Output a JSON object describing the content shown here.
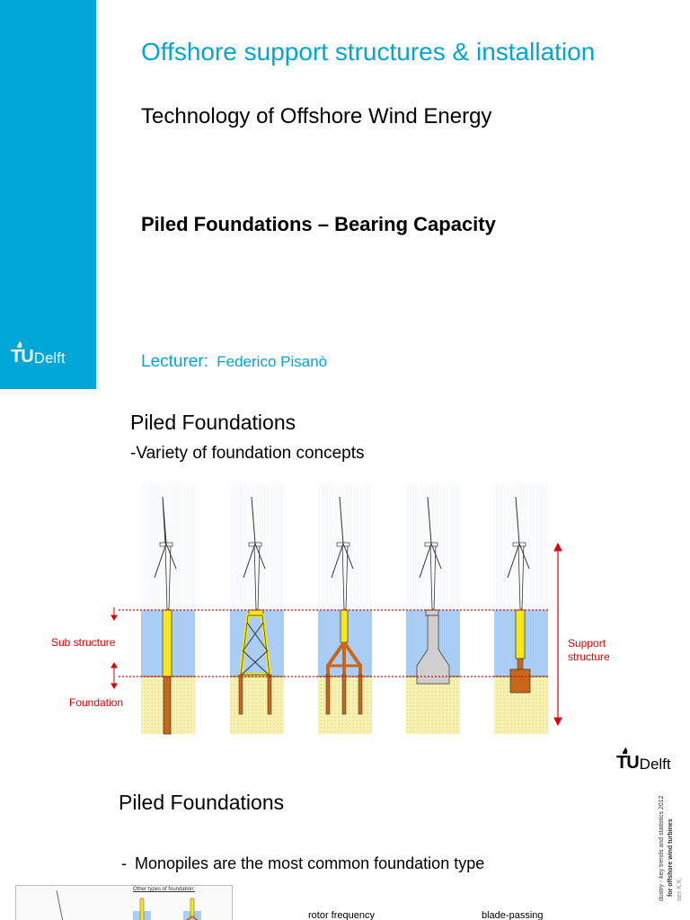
{
  "slide1": {
    "title": "Offshore support structures & installation",
    "subtitle": "Technology of Offshore Wind Energy",
    "topic": "Piled Foundations – Bearing Capacity",
    "lecturer_label": "Lecturer:",
    "lecturer_name": "Federico Pisanò",
    "logo_tu": "TU",
    "logo_delft": "Delft"
  },
  "slide2": {
    "title": "Piled Foundations",
    "subtitle": "-Variety of foundation concepts",
    "labels": {
      "sub_structure": "Sub structure",
      "foundation": "Foundation",
      "support_structure_line1": "Support",
      "support_structure_line2": "structure"
    },
    "logo_tu": "TU",
    "logo_delft": "Delft"
  },
  "slide3": {
    "title": "Piled Foundations",
    "bullet_dash": "-",
    "bullet": "Monopiles are the most common foundation type",
    "side_note_line1": "dustry - key trends and statistics 2012",
    "side_note_line2": "for offshore wind turbines",
    "side_note_line3": "sen K.K.",
    "inset_caption": "Other types of foundation:",
    "rotor_label": "rotor frequency",
    "blade_label": "blade-passing"
  },
  "colors": {
    "tu_blue": "#00a6d6",
    "red_label": "#e00000",
    "water": "#a9cdf3",
    "seabed": "#f7f1b2",
    "pile": "#c8661a",
    "transition": "#f5e61e"
  }
}
